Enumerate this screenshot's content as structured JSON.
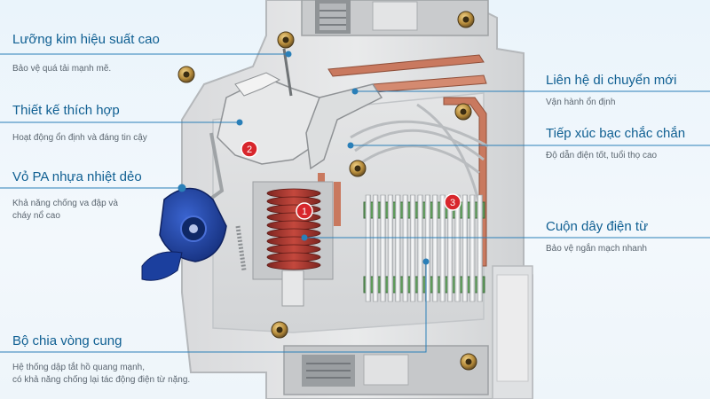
{
  "labels": {
    "bimetal": {
      "title": "Lưỡng kim hiệu suất cao",
      "desc": "Bảo vệ quá tải mạnh mẽ."
    },
    "design": {
      "title": "Thiết kế thích hợp",
      "desc": "Hoạt động ổn định và đáng tin cậy"
    },
    "shell": {
      "title": "Vỏ PA nhựa nhiệt dẻo",
      "desc_line1": "Khả năng chống va đập và",
      "desc_line2": "cháy nổ cao"
    },
    "arc_chute": {
      "title": "Bộ chia vòng cung",
      "desc_line1": "Hệ thống dập tắt hồ quang mạnh,",
      "desc_line2": "có khả năng chống lại tác động điện từ nặng."
    },
    "moving_contact": {
      "title": "Liên hệ di chuyển mới",
      "desc": "Vận hành ổn định"
    },
    "silver_contact": {
      "title": "Tiếp xúc bạc chắc chắn",
      "desc": "Độ dẫn điện tốt, tuổi thọ cao"
    },
    "coil": {
      "title": "Cuộn dây điện từ",
      "desc": "Bảo vệ ngắn mạch nhanh"
    }
  },
  "markers": {
    "m1": "1",
    "m2": "2",
    "m3": "3"
  },
  "colors": {
    "title_blue": "#0f5f92",
    "leader_blue": "#2a7fb8",
    "marker_red": "#d8262c",
    "copper": "#c9795f",
    "coil_red": "#a3342c",
    "handle_blue": "#1b3f9e",
    "plate_green": "#5e9b5a"
  }
}
